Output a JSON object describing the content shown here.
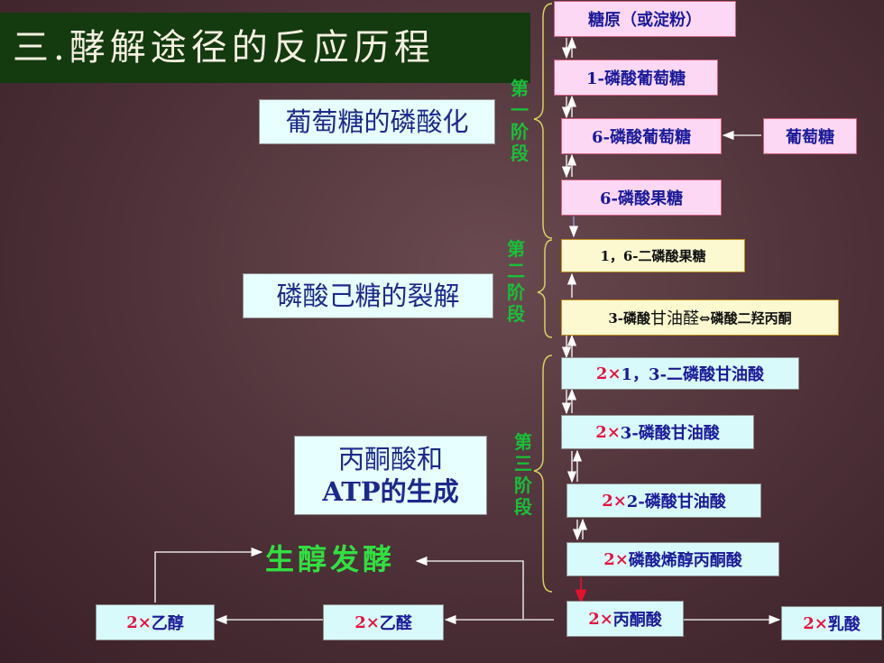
{
  "title": "三.酵解途径的反应历程",
  "stages": [
    {
      "name": "葡萄糖的磷酸化",
      "vertical": [
        "第",
        "一",
        "阶",
        "段"
      ]
    },
    {
      "name": "磷酸己糖的裂解",
      "vertical": [
        "第",
        "二",
        "阶",
        "段"
      ]
    },
    {
      "name_line1": "丙酮酸和",
      "name_line2": "ATP的生成",
      "vertical": [
        "第",
        "三",
        "阶",
        "段"
      ]
    }
  ],
  "compounds": {
    "glycogen": "糖原（或淀粉）",
    "g1p": "1-磷酸葡萄糖",
    "g6p": "6-磷酸葡萄糖",
    "glucose": "葡萄糖",
    "f6p": "6-磷酸果糖",
    "fbp": "1，6-二磷酸果糖",
    "triose_a": "3-磷酸",
    "triose_b": "甘油醛",
    "triose_c": "⇔磷酸二羟丙酮",
    "bpg_prefix": "2×",
    "bpg": "1，3-二磷酸甘油酸",
    "pg3_prefix": "2×",
    "pg3": "3-磷酸甘油酸",
    "pg2_prefix": "2×",
    "pg2": "2-磷酸甘油酸",
    "pep_prefix": "2×",
    "pep": "磷酸烯醇丙酮酸",
    "pyr_prefix": "2×",
    "pyr": "丙酮酸",
    "lac_prefix": "2×",
    "lac": "乳酸",
    "acald_prefix": "2×",
    "acald": "乙醛",
    "eth_prefix": "2×",
    "eth": "乙醇"
  },
  "fermentation": "生醇发酵"
}
